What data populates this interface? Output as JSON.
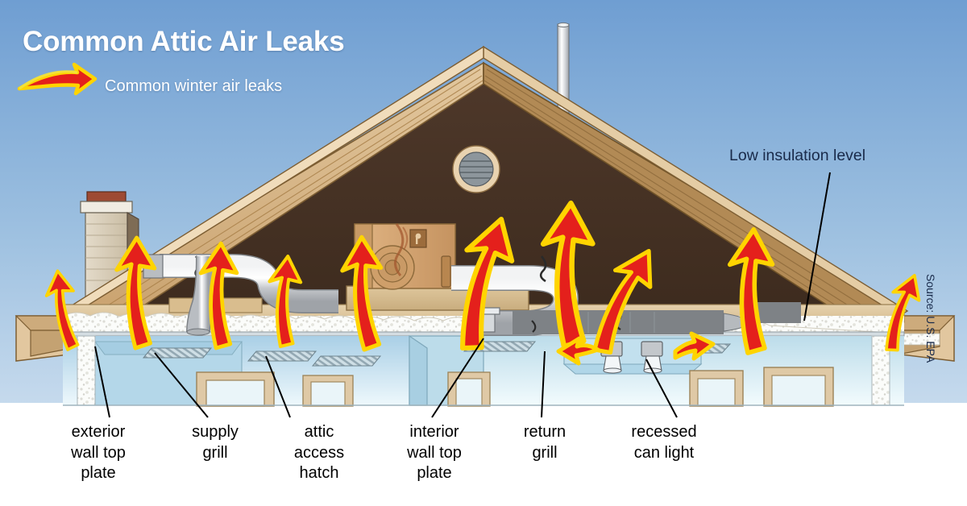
{
  "header": {
    "title": "Common Attic Air Leaks",
    "legend_icon": "curved-red-arrow-icon",
    "legend_label": "Common winter air leaks"
  },
  "annotations": {
    "insulation_callout": "Low insulation level",
    "source_credit": "Source: U.S. EPA"
  },
  "leak_labels": [
    {
      "id": "exterior-wall-top-plate",
      "text": "exterior\nwall top\nplate"
    },
    {
      "id": "supply-grill",
      "text": "supply\ngrill"
    },
    {
      "id": "attic-access-hatch",
      "text": "attic\naccess\nhatch"
    },
    {
      "id": "interior-wall-top-plate",
      "text": "interior\nwall top\nplate"
    },
    {
      "id": "return-grill",
      "text": "return\ngrill"
    },
    {
      "id": "recessed-can-light",
      "text": "recessed\ncan light"
    }
  ],
  "colors": {
    "sky_top": "#6f9ed2",
    "sky_bottom": "#c3d8ec",
    "roof_light": "#e0c49a",
    "roof_mid": "#c9a271",
    "roof_dark": "#9a7340",
    "attic_interior": "#4a3526",
    "arrow_red": "#e4201c",
    "arrow_outline": "#ffd400",
    "duct_metal": "#d8dadd",
    "insulation": "#f6f7f4",
    "interior_wall": "#cfe4ee",
    "chimney_brick": "#d8cdbb",
    "chimney_cap": "#9e4a33",
    "title_text": "#ffffff",
    "label_text": "#000000",
    "callout_text": "#192a4a"
  },
  "scene": {
    "description": "Cutaway cross-section of a house attic showing winter air leakage paths",
    "elements": [
      "gable-roof",
      "chimney",
      "gable-vent",
      "plumbing-vent-stack",
      "air-handler",
      "supply-duct",
      "return-duct",
      "attic-insulation",
      "attic-access-hatch",
      "ceiling-registers",
      "recessed-can-lights",
      "interior-walls",
      "doorway",
      "window"
    ],
    "arrow_count": 12
  }
}
